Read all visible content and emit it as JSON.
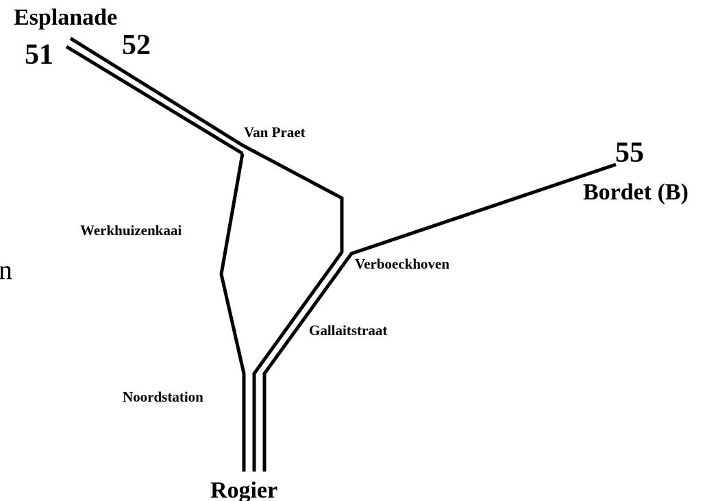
{
  "map": {
    "terminals": {
      "esplanade": "Esplanade",
      "bordet": "Bordet (B)",
      "rogier": "Rogier"
    },
    "line_numbers": {
      "line_51": "51",
      "line_52": "52",
      "line_55": "55"
    },
    "stations": {
      "van_praet": "Van Praet",
      "werkhuizenkaai": "Werkhuizenkaai",
      "verboeckhoven": "Verboeckhoven",
      "gallaitstraat": "Gallaitstraat",
      "noordstation": "Noordstation"
    },
    "edge_fragment": "n",
    "line_color": "#000000",
    "background_color": "#ffffff"
  }
}
